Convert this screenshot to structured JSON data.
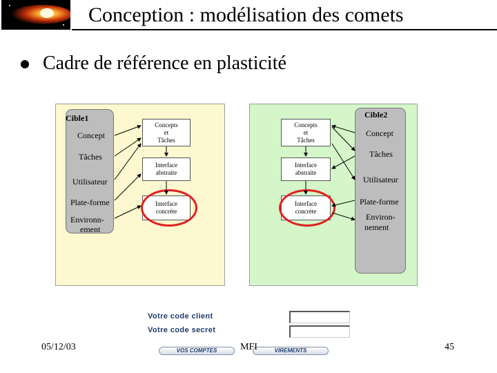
{
  "header": {
    "title": "Conception : modélisation des comets"
  },
  "bullet": {
    "text": "Cadre de référence en plasticité"
  },
  "diagram": {
    "left_target": {
      "name": "Cible1",
      "levels": [
        "Concept",
        "Tâches",
        "Utilisateur",
        "Plate-forme",
        "Environn-",
        "ement"
      ]
    },
    "right_target": {
      "name": "Cible2",
      "levels": [
        "Concept",
        "Tâches",
        "Utilisateur",
        "Plate-forme",
        "Environ-",
        "nement"
      ]
    },
    "left_boxes": [
      {
        "lines": [
          "Concepts",
          "et",
          "Tâches"
        ]
      },
      {
        "lines": [
          "Interface",
          "abstraite"
        ]
      },
      {
        "lines": [
          "Interface",
          "concrète"
        ]
      }
    ],
    "right_boxes": [
      {
        "lines": [
          "Concepts",
          "et",
          "Tâches"
        ]
      },
      {
        "lines": [
          "Interface",
          "abstraite"
        ]
      },
      {
        "lines": [
          "Interface",
          "concrète"
        ]
      }
    ],
    "highlight_color": "#e12020",
    "left_panel_color": "#fdf8cf",
    "right_panel_color": "#d4f6c9"
  },
  "login": {
    "client_label": "Votre code client",
    "secret_label": "Votre code secret",
    "client_value": "",
    "secret_value": "",
    "btn_comptes": "VOS COMPTES",
    "btn_virements": "VIREMENTS"
  },
  "footer": {
    "date": "05/12/03",
    "center": "MFI",
    "page": "45"
  }
}
